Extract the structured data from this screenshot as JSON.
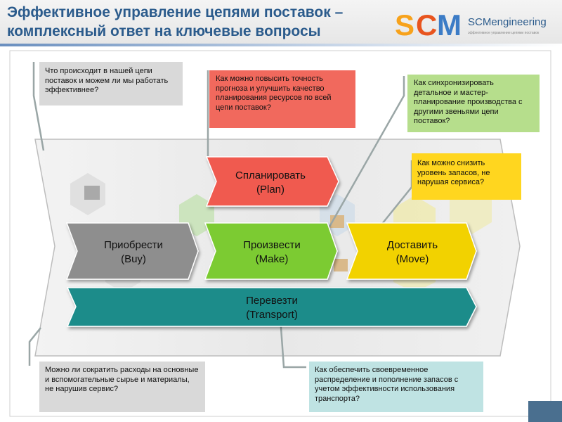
{
  "header": {
    "title_line1": "Эффективное управление цепями поставок –",
    "title_line2": "комплексный ответ на ключевые вопросы",
    "logo_letters": [
      "S",
      "C",
      "M"
    ],
    "logo_text": "SCMengineering",
    "logo_tagline": "эффективное управление цепями поставок"
  },
  "stages": {
    "plan": {
      "name": "Спланировать",
      "en": "(Plan)",
      "color": "#f05a50"
    },
    "buy": {
      "name": "Приобрести",
      "en": "(Buy)",
      "color": "#8e8e8e"
    },
    "make": {
      "name": "Произвести",
      "en": "(Make)",
      "color": "#7ccb33"
    },
    "move": {
      "name": "Доставить",
      "en": "(Move)",
      "color": "#f2d200"
    },
    "transport": {
      "name": "Перевезти",
      "en": "(Transport)",
      "color": "#1f8c8a"
    }
  },
  "questions": {
    "q1": {
      "text": "Что происходит в нашей цепи поставок и можем ли мы работать эффективнее?",
      "color": "#d9d9d9"
    },
    "q2": {
      "text": "Как можно повысить точность прогноза и улучшить качество планирования ресурсов по всей цепи поставок?",
      "color": "#f1695d"
    },
    "q3": {
      "text": "Как синхронизировать детальное и мастер-планирование производства с другими звеньями цепи поставок?",
      "color": "#b6de8c"
    },
    "q4": {
      "text": "Как можно снизить уровень запасов, не нарушая сервиса?",
      "color": "#ffd61f"
    },
    "q5": {
      "text": "Можно ли сократить расходы на основные и вспомогательные сырье и материалы, не нарушив сервис?",
      "color": "#d9d9d9"
    },
    "q6": {
      "text": "Как обеспечить своевременное распределение и пополнение запасов с учетом эффективности использования транспорта?",
      "color": "#bfe3e3"
    }
  }
}
